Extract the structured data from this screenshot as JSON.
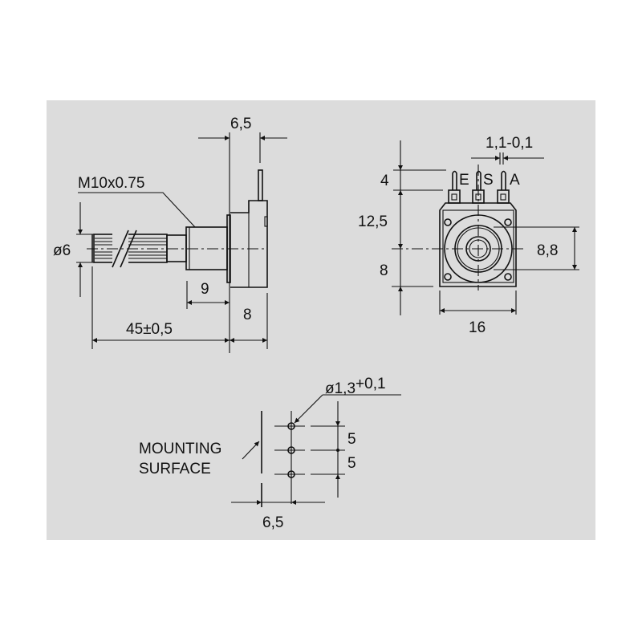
{
  "side_view": {
    "thread_label": "M10x0.75",
    "shaft_diameter": "ø6",
    "pin_offset": "6,5",
    "bushing_length": "9",
    "body_depth": "8",
    "shaft_length": "45±0,5"
  },
  "front_view": {
    "pin_height": "4",
    "upper_height": "12,5",
    "lower_height": "8",
    "ring_diameter": "8,8",
    "width": "16",
    "pin_width": "1,1-0,1",
    "pin_labels": [
      "E",
      "S",
      "A"
    ]
  },
  "mounting_pattern": {
    "hole_diameter": "ø1,3",
    "hole_tolerance": "+0,1",
    "pitch_1": "5",
    "pitch_2": "5",
    "offset": "6,5",
    "surface_label_line1": "MOUNTING",
    "surface_label_line2": "SURFACE"
  },
  "colors": {
    "background": "#dcdcdc",
    "ink": "#111111"
  }
}
